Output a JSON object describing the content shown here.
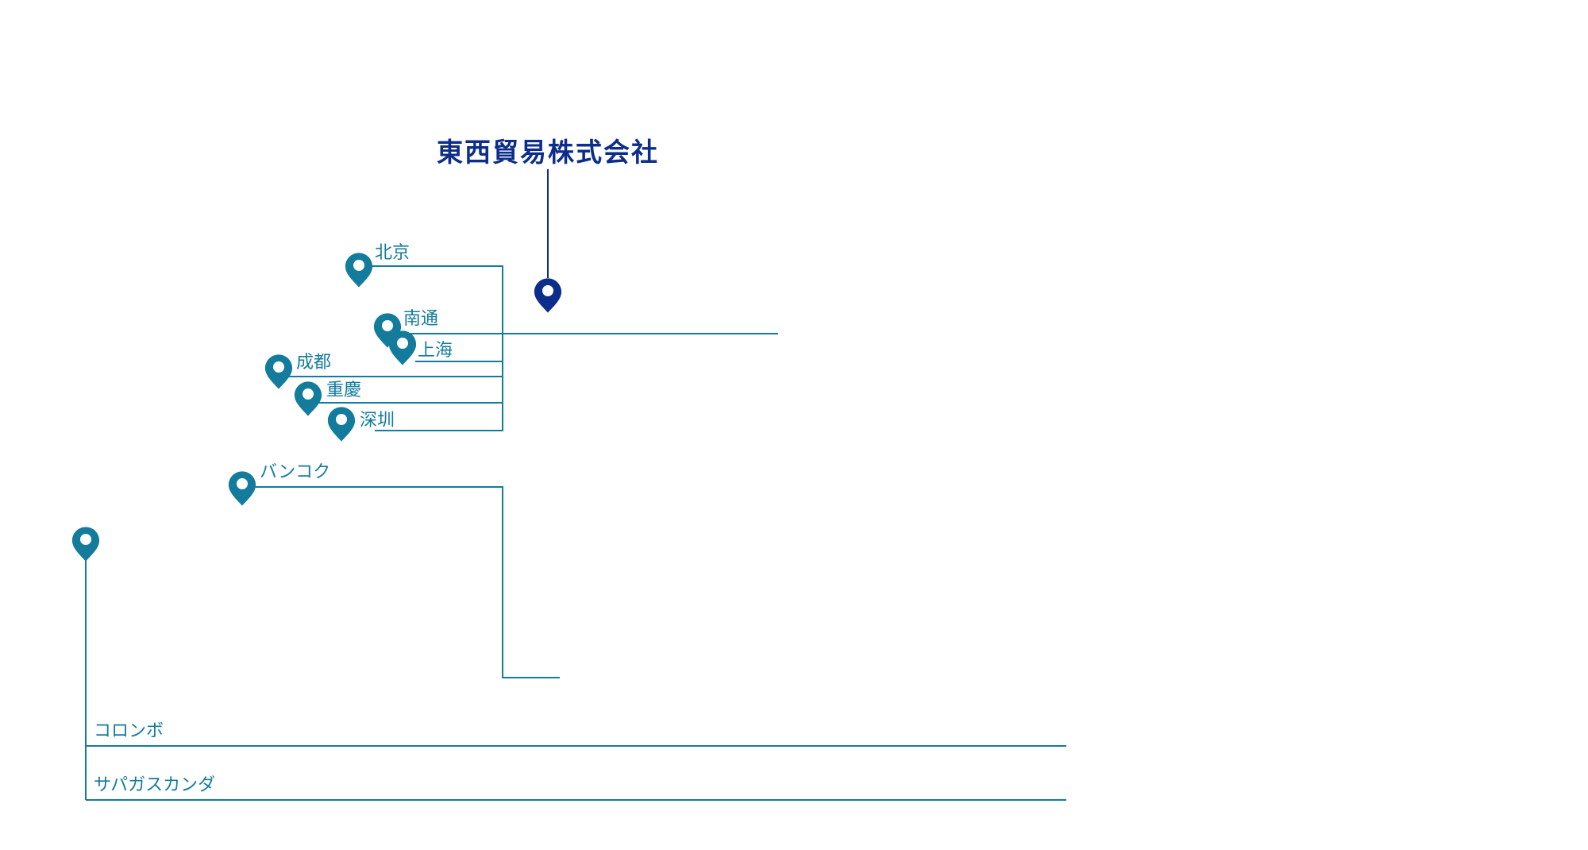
{
  "company": {
    "name": "東西貿易株式会社"
  },
  "locations": [
    {
      "id": "beijing",
      "label": "北京"
    },
    {
      "id": "nantong",
      "label": "南通"
    },
    {
      "id": "shanghai",
      "label": "上海"
    },
    {
      "id": "chengdu",
      "label": "成都"
    },
    {
      "id": "chongqing",
      "label": "重慶"
    },
    {
      "id": "shenzhen",
      "label": "深圳"
    },
    {
      "id": "bangkok",
      "label": "バンコク"
    },
    {
      "id": "colombo",
      "label": "コロンボ"
    },
    {
      "id": "sapugaskanda",
      "label": "サパガスカンダ"
    }
  ],
  "colors": {
    "hq": "#0d2d8a",
    "branch": "#137c9c",
    "background": "#ffffff"
  },
  "icons": {
    "pin": "map-pin-icon"
  }
}
